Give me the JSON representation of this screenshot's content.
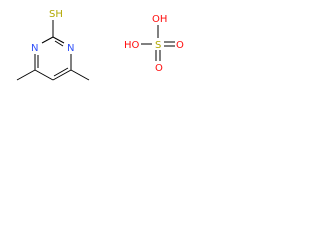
{
  "colors": {
    "bond": "#000000",
    "nitrogen": "#3050f8",
    "sulfur": "#b2a800",
    "oxygen": "#ff0d0d",
    "background": "#ffffff"
  },
  "molecule_1": {
    "atoms": {
      "thiol": "SH",
      "n_left": "N",
      "n_right": "N"
    }
  },
  "molecule_2": {
    "atoms": {
      "oh_top": "OH",
      "oh_left": "HO",
      "sulfur": "S",
      "o_right": "O",
      "o_bottom": "O"
    }
  }
}
